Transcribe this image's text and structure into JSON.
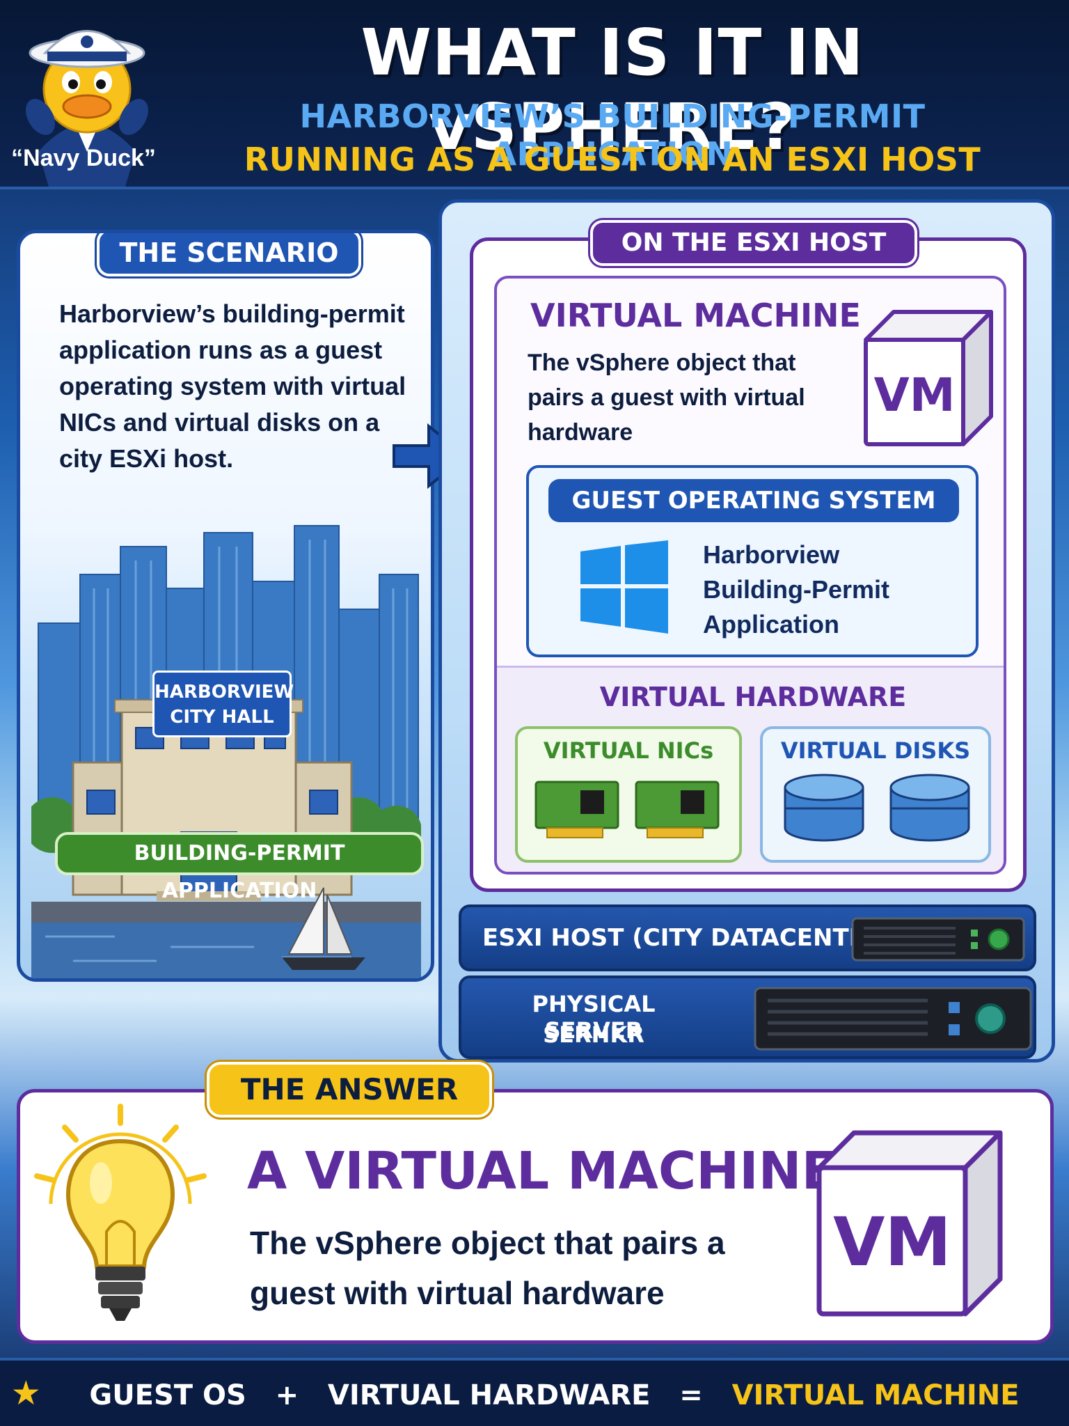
{
  "header": {
    "mascot_caption": "“Navy Duck”",
    "title": "WHAT IS IT IN vSPHERE?",
    "subtitle_line1": "HARBORVIEW’S BUILDING-PERMIT APPLICATION",
    "subtitle_line2": "RUNNING AS A GUEST ON AN ESXI HOST"
  },
  "scenario": {
    "badge": "THE SCENARIO",
    "text": "Harborview’s building-permit application runs as a guest operating system with virtual NICs and virtual disks on a city ESXi host.",
    "city_hall_line1": "HARBORVIEW",
    "city_hall_line2": "CITY HALL",
    "permit_badge": "BUILDING-PERMIT APPLICATION"
  },
  "esxi": {
    "badge": "ON THE ESXI HOST",
    "vm": {
      "title": "VIRTUAL MACHINE",
      "description": "The vSphere object that pairs a guest with virtual hardware",
      "cube_label": "VM"
    },
    "guest_os": {
      "badge": "GUEST OPERATING SYSTEM",
      "app_line1": "Harborview",
      "app_line2": "Building-Permit",
      "app_line3": "Application"
    },
    "virtual_hardware": {
      "title": "VIRTUAL HARDWARE",
      "nics_title": "VIRTUAL NICs",
      "disks_title": "VIRTUAL DISKS"
    },
    "host_label": "ESXI HOST (CITY DATACENTER)",
    "physical_line1": "PHYSICAL SERVER",
    "physical_line2": "SERHKR"
  },
  "answer": {
    "badge": "THE ANSWER",
    "title": "A VIRTUAL MACHINE",
    "description": "The vSphere object that pairs a guest with virtual hardware",
    "cube_label": "VM"
  },
  "footer": {
    "term1": "GUEST OS",
    "plus": "+",
    "term2": "VIRTUAL HARDWARE",
    "equals": "=",
    "result": "VIRTUAL MACHINE"
  },
  "colors": {
    "navy": "#0d2553",
    "blue": "#1f56b3",
    "purple": "#5d2d9e",
    "yellow": "#f6c319",
    "green": "#3c8c2c"
  }
}
